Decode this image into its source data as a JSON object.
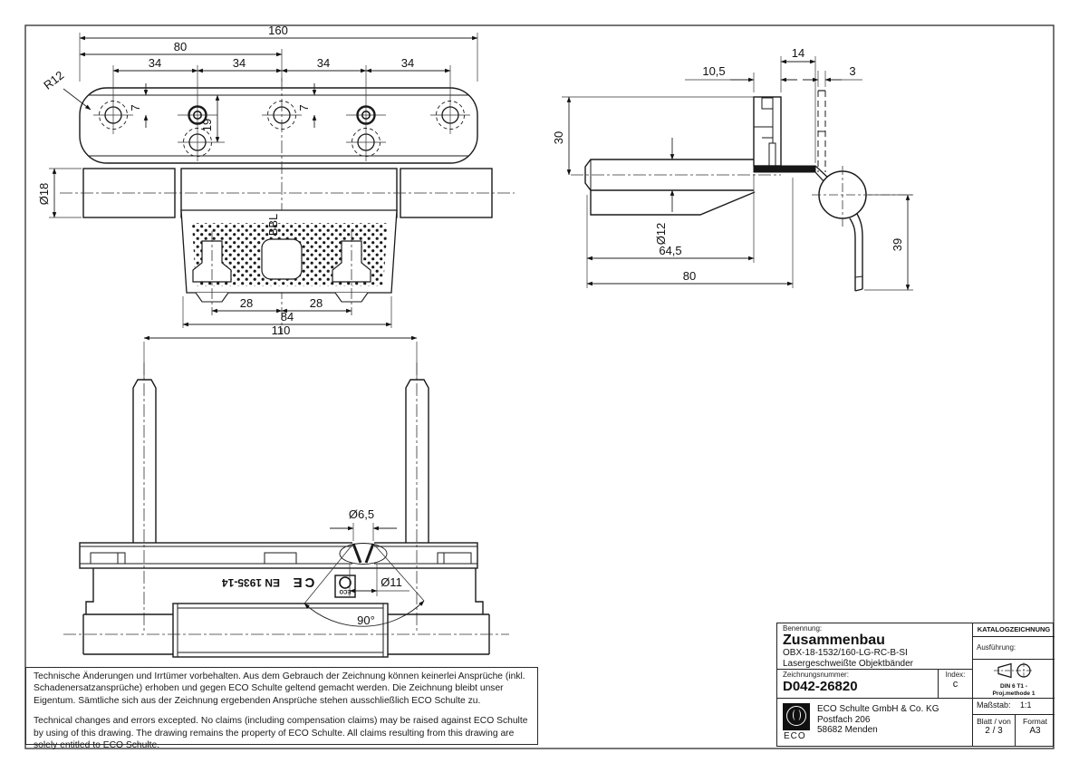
{
  "top_view": {
    "len_total": "160",
    "len_half": "80",
    "hole_spacing": [
      "34",
      "34",
      "34",
      "34"
    ],
    "radius_label": "R12",
    "edge_offset_a": "7",
    "edge_offset_b": "7",
    "lower_hole_offset": "19",
    "barrel_dia": "Ø18",
    "bbl_label": "BBL",
    "slot_spacing": [
      "28",
      "28"
    ],
    "plate_width": "84",
    "pin_spacing": "110"
  },
  "side_view": {
    "top_width": "14",
    "bracket_width": "10,5",
    "bar_thickness": "3",
    "bracket_height": "30",
    "pin_dia": "Ø12",
    "pin_length": "64,5",
    "total_length": "80",
    "strap_length": "39"
  },
  "bottom_view": {
    "hole_dia_small": "Ø6,5",
    "hole_dia_large": "Ø11",
    "countersink_angle": "90°",
    "standard_stamp": "EN 1935-14",
    "ce_mark": "CE",
    "eco_stamp": "ECO"
  },
  "notes": {
    "german": "Technische Änderungen und Irrtümer vorbehalten. Aus dem Gebrauch der Zeichnung können keinerlei Ansprüche (inkl. Schadenersatzansprüche) erhoben und gegen ECO Schulte geltend gemacht werden. Die Zeichnung bleibt unser Eigentum. Sämtliche sich aus der Zeichnung ergebenden Ansprüche stehen ausschließlich ECO Schulte zu.",
    "english": "Technical changes and errors excepted. No claims (including compensation claims) may be raised against ECO Schulte by using of this drawing. The drawing remains the property of ECO Schulte. All claims resulting from this drawing are solely entitled to ECO Schulte."
  },
  "title_block": {
    "benennung_label": "Benennung:",
    "title": "Zusammenbau",
    "subtitle1": "OBX-18-1532/160-LG-RC-B-SI",
    "subtitle2": "Lasergeschweißte Objektbänder",
    "zeichnungsnummer_label": "Zeichnungsnummer:",
    "drawing_number": "D042-26820",
    "index_label": "Index:",
    "index_value": "c",
    "katalog": "KATALOGZEICHNUNG",
    "ausfuehrung_label": "Ausführung:",
    "projection_line1": "DIN 6 T1 -",
    "projection_line2": "Proj.methode 1",
    "company": "ECO Schulte GmbH & Co. KG",
    "address1": "Postfach 206",
    "address2": "58682 Menden",
    "logo_text": "ECO",
    "massstab_label": "Maßstab:",
    "massstab_value": "1:1",
    "blatt_label": "Blatt / von",
    "blatt_value": "2 / 3",
    "format_label": "Format",
    "format_value": "A3"
  }
}
